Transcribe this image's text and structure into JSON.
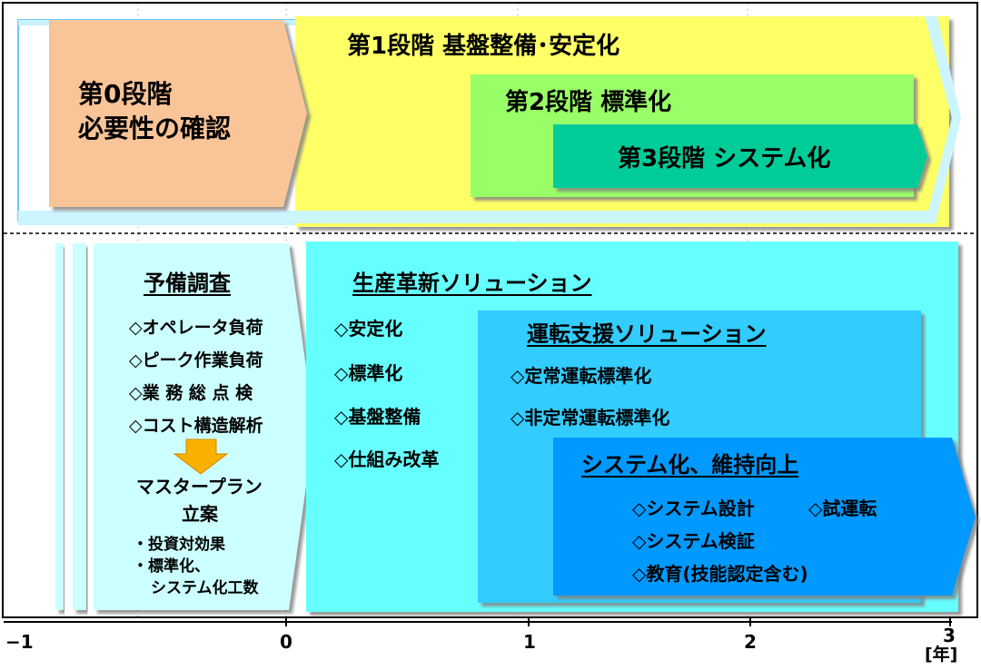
{
  "top": {
    "stage0": {
      "line1": "第0段階",
      "line2": "必要性の確認"
    },
    "stage1": "第1段階 基盤整備･安定化",
    "stage2": "第2段階 標準化",
    "stage3": "第3段階 システム化"
  },
  "bottom": {
    "prelim": {
      "title": "予備調査",
      "items": [
        "◇オペレータ負荷",
        "◇ピーク作業負荷",
        "◇業 務 総 点 検",
        "◇コスト構造解析"
      ],
      "plan": {
        "line1": "マスタープラン",
        "line2": "立案"
      },
      "notes": [
        "・投資対効果",
        "・標準化、",
        "システム化工数"
      ]
    },
    "production": {
      "title": "生産革新ソリューション",
      "items": [
        "◇安定化",
        "◇標準化",
        "◇基盤整備",
        "◇仕組み改革"
      ]
    },
    "operation": {
      "title": "運転支援ソリューション",
      "items": [
        "◇定常運転標準化",
        "◇非定常運転標準化"
      ]
    },
    "system": {
      "title": "システム化、維持向上",
      "items": [
        "◇システム設計",
        "◇試運転",
        "◇システム検証",
        "◇教育(技能認定含む)"
      ]
    }
  },
  "axis": {
    "ticks": [
      "−1",
      "0",
      "1",
      "2",
      "3"
    ],
    "unit": "[年]"
  },
  "colors": {
    "stage0": "#F9C497",
    "stage1": "#FFFF66",
    "stage2": "#99FF66",
    "stage3": "#00CC99",
    "prelim": "#CCFFFF",
    "production": "#66FFFF",
    "operation": "#33CCFF",
    "system": "#0099FF",
    "arrow": "#F9B000"
  }
}
